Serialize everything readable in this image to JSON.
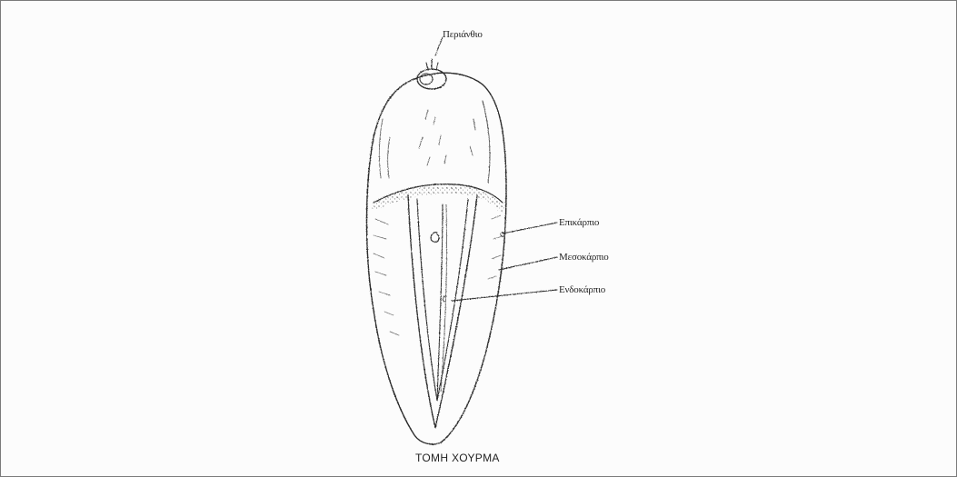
{
  "labels": {
    "perianth": "Περιάνθιο",
    "epicarp": "Επικάρπιο",
    "mesocarp": "Μεσοκάρπιο",
    "endocarp": "Ενδοκάρπιο",
    "caption": "ΤΟΜΗ ΧΟΥΡΜΑ"
  }
}
